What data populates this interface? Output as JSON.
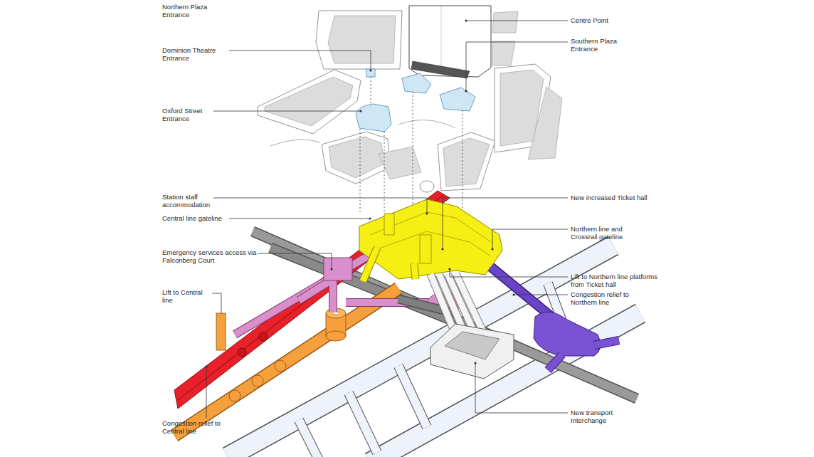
{
  "diagram": {
    "labels": [
      "Northern Plaza Entrance",
      "Centre Point",
      "Southern Plaza Entrance",
      "Dominion Theatre Entrance",
      "Oxford Street Entrance",
      "Station staff accommodation",
      "New increased Ticket hall",
      "Central line gateline",
      "Northern line and Crossrail gateline",
      "Emergency services access via Falconberg Court",
      "Lift to Northern line platforms from Ticket hall",
      "Lift to Central line",
      "Congestion relief to Northern line",
      "New transport Interchange",
      "Congestion relief to Central line"
    ]
  }
}
